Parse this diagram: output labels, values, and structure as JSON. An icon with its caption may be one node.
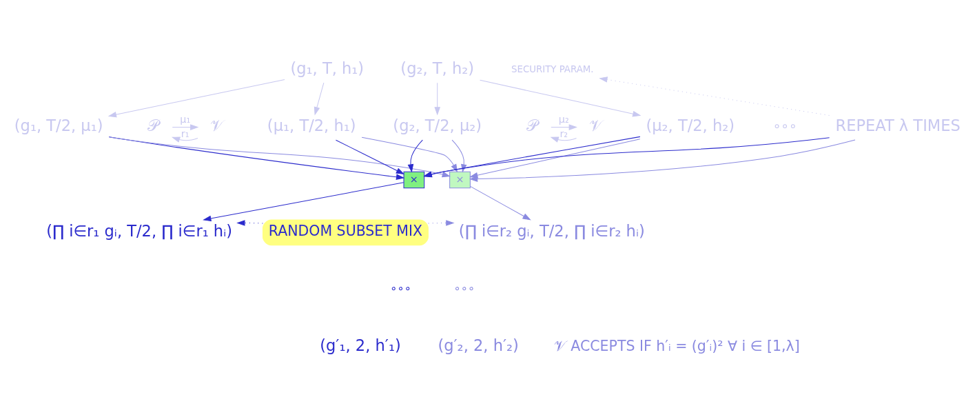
{
  "diagram": {
    "nodes": [
      {
        "text": [
          "(g₁, T, h₁)"
        ]
      },
      {
        "text": [
          "(g₂, T, h₂)"
        ]
      },
      {
        "text": [
          "SECURITY PARAM."
        ]
      },
      {
        "text": [
          "(g₁, T/2, μ₁)"
        ]
      },
      {
        "text": [
          "𝒫"
        ]
      },
      {
        "text": [
          "𝒱"
        ]
      },
      {
        "text": [
          "(μ₁, T/2, h₁)"
        ]
      },
      {
        "text": [
          "(g₂, T/2, μ₂)"
        ]
      },
      {
        "text": [
          "𝒫"
        ]
      },
      {
        "text": [
          "𝒱"
        ]
      },
      {
        "text": [
          "(μ₂, T/2, h₂)"
        ]
      },
      {
        "text": [
          "REPEAT λ TIMES"
        ]
      },
      {
        "text": [
          "×"
        ]
      },
      {
        "text": [
          "×"
        ]
      },
      {
        "text": [
          "(∏ i∈r₁ gᵢ, T/2, ∏ i∈r₁ hᵢ)"
        ]
      },
      {
        "text": [
          "(∏ i∈r₂ gᵢ, T/2, ∏ i∈r₂ hᵢ)"
        ]
      },
      {
        "text": [
          "RANDOM SUBSET MIX"
        ]
      },
      {
        "text": [
          "(g′₁, 2, h′₁)"
        ]
      },
      {
        "text": [
          "(g′₂, 2, h′₂)"
        ]
      }
    ],
    "edges": [
      {
        "from": 0,
        "to": 3,
        "arrow": "to",
        "color": "#c8c8f0"
      },
      {
        "from": 0,
        "to": 6,
        "arrow": "to",
        "color": "#c8c8f0"
      },
      {
        "from": 1,
        "to": 7,
        "arrow": "to",
        "color": "#c8c8f0"
      },
      {
        "from": 1,
        "to": 10,
        "arrow": "to",
        "color": "#c8c8f0"
      },
      {
        "from": 4,
        "to": 5,
        "label": "μ₁",
        "arrow": "to",
        "color": "#c8c8f0"
      },
      {
        "from": 5,
        "to": 4,
        "label": "r₁",
        "arrow": "to",
        "color": "#c8c8f0"
      },
      {
        "from": 8,
        "to": 9,
        "label": "μ₂",
        "arrow": "to",
        "color": "#c8c8f0"
      },
      {
        "from": 9,
        "to": 8,
        "label": "r₂",
        "arrow": "to",
        "color": "#c8c8f0"
      },
      {
        "from": 11,
        "to": 2,
        "arrow": "to",
        "style": "dashed",
        "color": "#c8c8f0"
      },
      {
        "from": 3,
        "to": 12,
        "arrow": "to",
        "color": "#2b2bcc"
      },
      {
        "from": 6,
        "to": 12,
        "arrow": "to",
        "color": "#2b2bcc"
      },
      {
        "from": 7,
        "to": 12,
        "arrow": "to",
        "color": "#2b2bcc"
      },
      {
        "from": 10,
        "to": 12,
        "arrow": "to",
        "color": "#2b2bcc"
      },
      {
        "from": 11,
        "to": 12,
        "arrow": "to",
        "color": "#2b2bcc"
      },
      {
        "from": 3,
        "to": 13,
        "arrow": "to",
        "color": "#8a8ae0"
      },
      {
        "from": 6,
        "to": 13,
        "arrow": "to",
        "color": "#8a8ae0"
      },
      {
        "from": 7,
        "to": 13,
        "arrow": "to",
        "color": "#8a8ae0"
      },
      {
        "from": 10,
        "to": 13,
        "arrow": "to",
        "color": "#8a8ae0"
      },
      {
        "from": 11,
        "to": 13,
        "arrow": "to",
        "color": "#8a8ae0"
      },
      {
        "from": 12,
        "to": 14,
        "arrow": "to",
        "color": "#2b2bcc"
      },
      {
        "from": 13,
        "to": 15,
        "arrow": "to",
        "color": "#8a8ae0"
      },
      {
        "from": 16,
        "to": 14,
        "arrow": "to",
        "style": "dashed",
        "color": "#2b2bcc"
      },
      {
        "from": 16,
        "to": 15,
        "arrow": "to",
        "style": "dashed",
        "color": "#8a8ae0"
      }
    ],
    "labels": [
      "∘∘∘",
      "∘∘∘",
      "∘∘∘",
      "𝒱 ACCEPTS IF h′ᵢ = (g′ᵢ)² ∀ i ∈ [1,λ]"
    ]
  }
}
